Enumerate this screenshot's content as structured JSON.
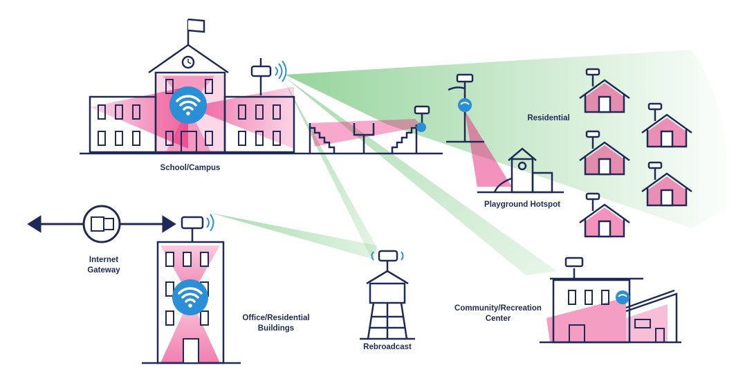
{
  "labels": {
    "school": "School/Campus",
    "residential": "Residential",
    "playground": "Playground Hotspot",
    "gateway_line1": "Internet",
    "gateway_line2": "Gateway",
    "office_line1": "Office/Residential",
    "office_line2": "Buildings",
    "rebroadcast": "Rebroadcast",
    "community_line1": "Community/Recreation",
    "community_line2": "Center"
  },
  "colors": {
    "outline": "#1e2a55",
    "coverage_pink": "#e8287c",
    "coverage_green": "#3fb04a",
    "wifi_blue": "#2b8fd6"
  }
}
